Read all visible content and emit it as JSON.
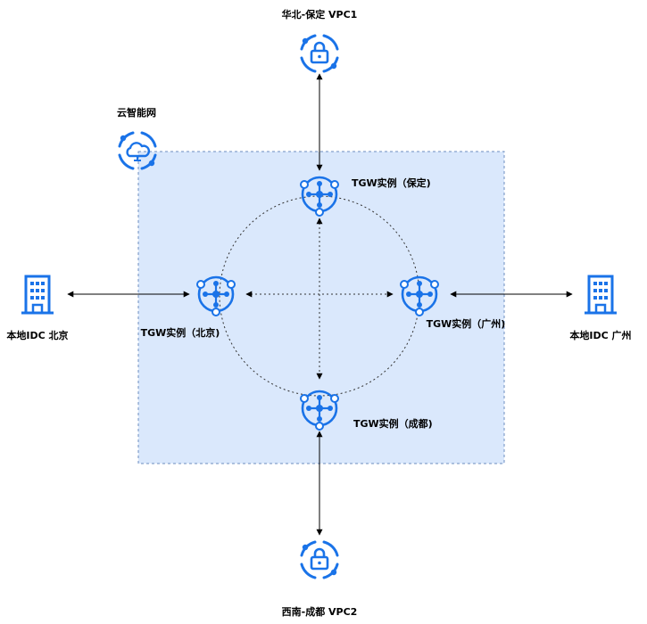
{
  "region_label": "云智能网",
  "nodes": {
    "vpc_top": {
      "label": "华北-保定 VPC1",
      "icon": "lock-icon"
    },
    "vpc_bottom": {
      "label": "西南-成都 VPC2",
      "icon": "lock-icon"
    },
    "idc_left": {
      "label": "本地IDC 北京",
      "icon": "building-icon"
    },
    "idc_right": {
      "label": "本地IDC 广州",
      "icon": "building-icon"
    },
    "tgw_top": {
      "label": "TGW实例（保定)",
      "icon": "transit-gateway-icon"
    },
    "tgw_left": {
      "label": "TGW实例（北京)",
      "icon": "transit-gateway-icon"
    },
    "tgw_right": {
      "label": "TGW实例（广州)",
      "icon": "transit-gateway-icon"
    },
    "tgw_bottom": {
      "label": "TGW实例（成都)",
      "icon": "transit-gateway-icon"
    },
    "cloud": {
      "icon": "cloud-network-icon"
    }
  },
  "colors": {
    "accent": "#1a73e8",
    "region_fill": "#dae8fc",
    "region_border": "#6c8ebf",
    "line": "#000000"
  }
}
